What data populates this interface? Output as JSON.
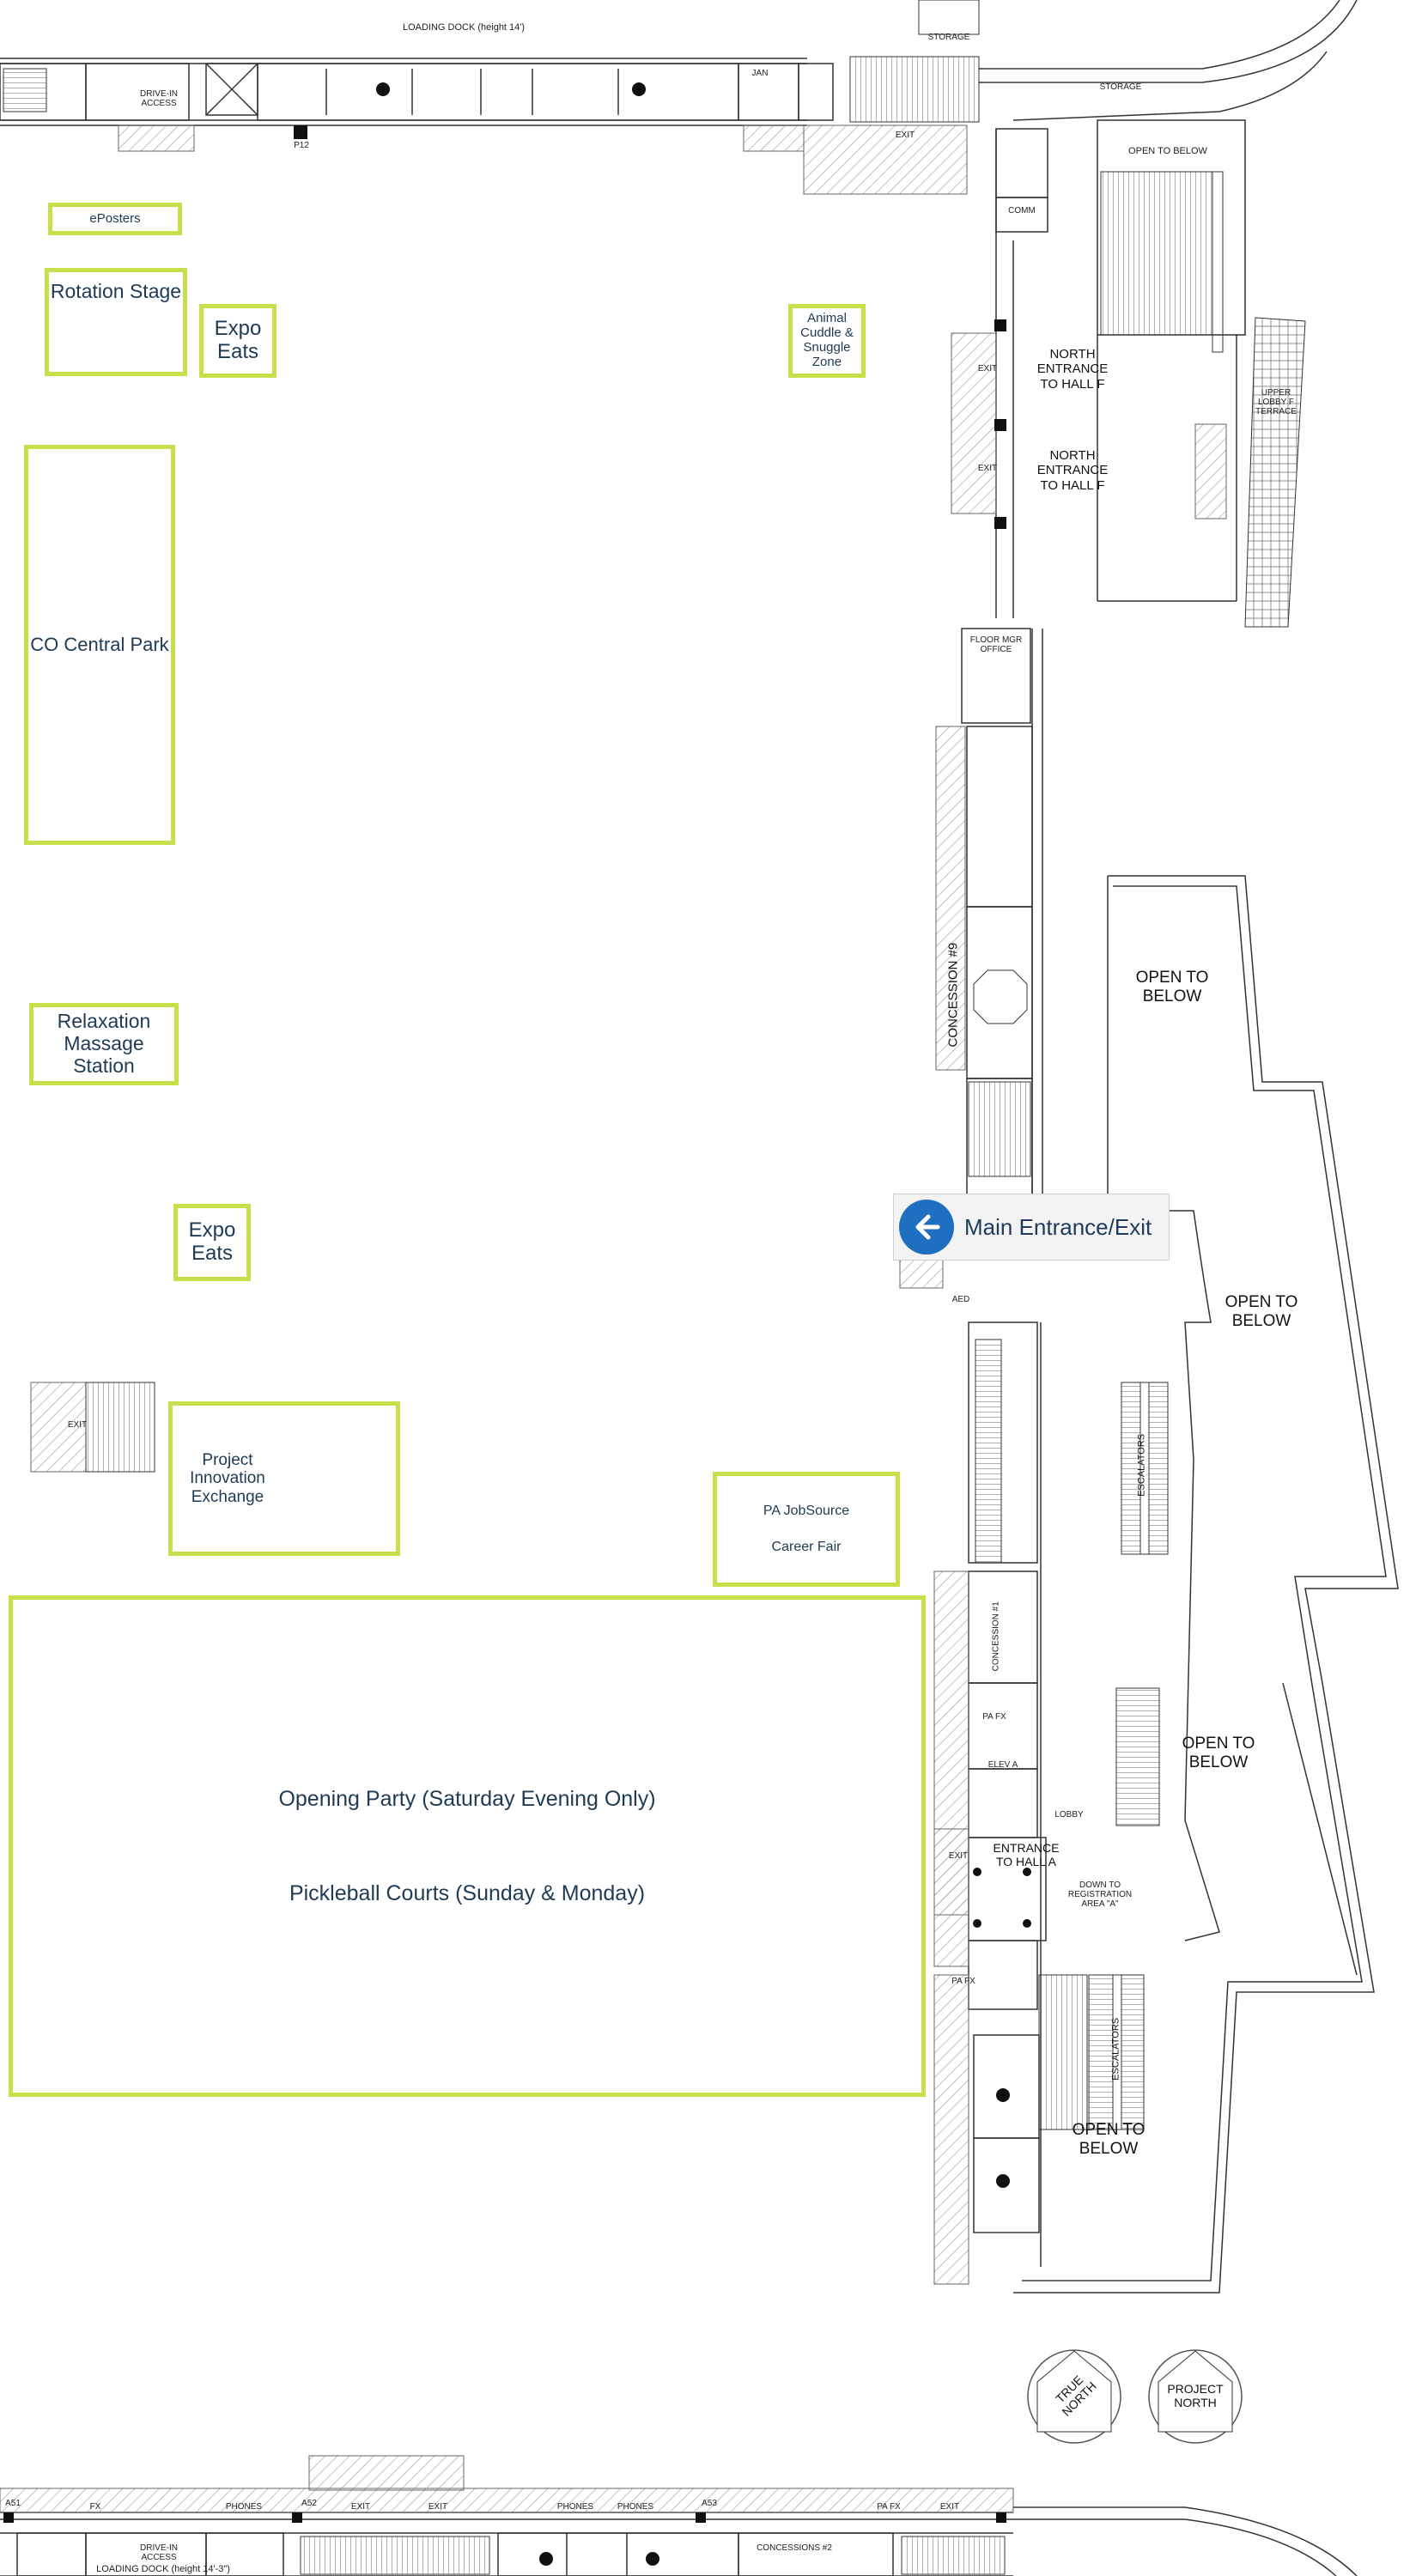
{
  "colors": {
    "zone_outline": "#c5e04a",
    "zone_text": "#1e3a55",
    "wall": "#333333",
    "hatch": "#9a9a9a",
    "exit_button": "#1f6fc0"
  },
  "zones": {
    "eposters": "ePosters",
    "rotation_stage": "Rotation Stage",
    "expo_eats_1": [
      "Expo",
      "Eats"
    ],
    "animal_cuddle": [
      "Animal",
      "Cuddle &",
      "Snuggle",
      "Zone"
    ],
    "co_central_park": "CO Central Park",
    "relaxation": [
      "Relaxation",
      "Massage",
      "Station"
    ],
    "expo_eats_2": [
      "Expo",
      "Eats"
    ],
    "project_innovation": [
      "Project",
      "Innovation",
      "Exchange"
    ],
    "pa_jobsource": "PA JobSource",
    "career_fair": "Career Fair",
    "opening_party": "Opening Party (Saturday Evening Only)",
    "pickleball": "Pickleball Courts (Sunday & Monday)"
  },
  "main_exit": {
    "label": "Main Entrance/Exit",
    "icon": "arrow-left-icon"
  },
  "plan_labels": {
    "north_entrance_1": [
      "NORTH",
      "ENTRANCE",
      "TO HALL F"
    ],
    "north_entrance_2": [
      "NORTH",
      "ENTRANCE",
      "TO HALL F"
    ],
    "open_below_1": [
      "OPEN TO",
      "BELOW"
    ],
    "open_below_2": [
      "OPEN TO",
      "BELOW"
    ],
    "open_below_3": [
      "OPEN TO",
      "BELOW"
    ],
    "open_below_4": [
      "OPEN TO",
      "BELOW"
    ],
    "open_to_below_top": "OPEN TO BELOW",
    "concession_9": "CONCESSION #9",
    "concession_1": "CONCESSION #1",
    "concessions_2": "CONCESSIONS #2",
    "entrance_hall_a": [
      "ENTRANCE",
      "TO HALL A"
    ],
    "down_to_registration": [
      "DOWN TO",
      "REGISTRATION",
      "AREA \"A\""
    ],
    "escalators_1": "ESCALATORS",
    "escalators_2": "ESCALATORS",
    "true_north": [
      "TRUE",
      "NORTH"
    ],
    "project_north": [
      "PROJECT",
      "NORTH"
    ],
    "loading_dock_top": "LOADING DOCK (height 14')",
    "loading_dock_bottom": "LOADING DOCK (height 14'-3\")",
    "storage_1": "STORAGE",
    "storage_2": "STORAGE",
    "exit": "EXIT",
    "floor_mgr": [
      "FLOOR MGR",
      "OFFICE"
    ],
    "upper_lobby": [
      "UPPER",
      "LOBBY F",
      "TERRACE"
    ],
    "lobby": "LOBBY",
    "comm": "COMM",
    "aed": "AED",
    "jan": "JAN",
    "drive_in_top": [
      "DRIVE-IN",
      "ACCESS"
    ],
    "drive_in_bottom": [
      "DRIVE-IN",
      "ACCESS"
    ],
    "p12": "P12",
    "fx": "FX",
    "phones": "PHONES",
    "pa_fx": "PA FX",
    "a51": "A51",
    "a52": "A52",
    "a53": "A53",
    "elev_a": "ELEV A"
  }
}
